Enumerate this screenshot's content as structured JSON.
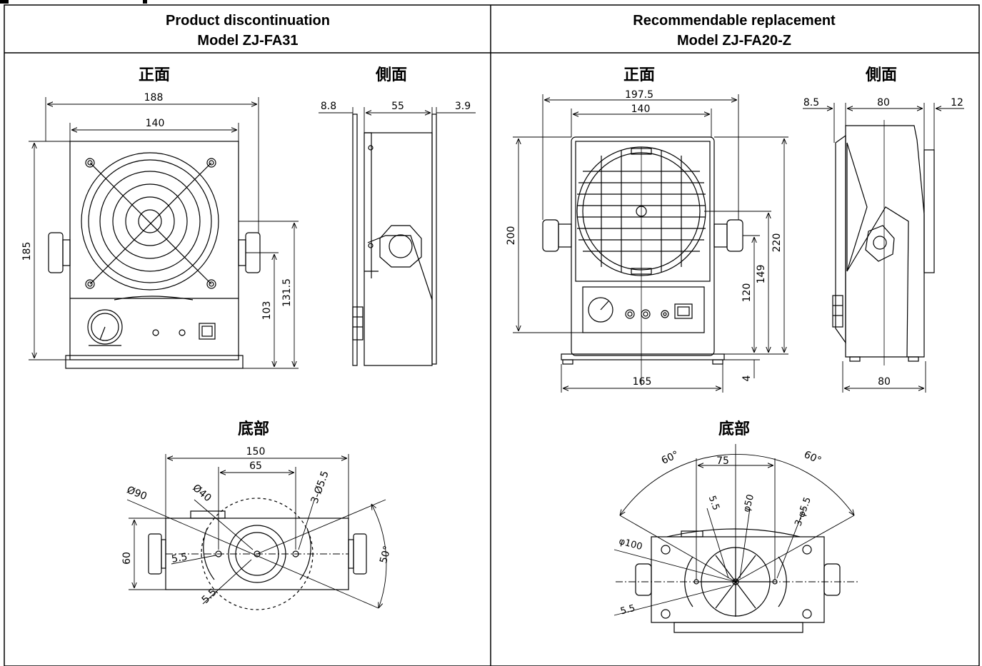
{
  "left": {
    "title_line1": "Product discontinuation",
    "title_line2": "Model ZJ-FA31",
    "front_label": "正面",
    "side_label": "側面",
    "bottom_label": "底部",
    "dims": {
      "w188": "188",
      "w140": "140",
      "h185": "185",
      "h103": "103",
      "h131_5": "131.5",
      "s8_8": "8.8",
      "s55": "55",
      "s3_9": "3.9",
      "b150": "150",
      "b65": "65",
      "d90": "Ø90",
      "d40": "Ø40",
      "d3_5_5": "3-Ø5.5",
      "b60": "60",
      "b5_5a": "5.5",
      "b5_5b": "5.5",
      "a50": "50°"
    }
  },
  "right": {
    "title_line1": "Recommendable replacement",
    "title_line2": "Model ZJ-FA20-Z",
    "front_label": "正面",
    "side_label": "側面",
    "bottom_label": "底部",
    "dims": {
      "w197_5": "197.5",
      "w140": "140",
      "h200": "200",
      "h220": "220",
      "h149": "149",
      "h120": "120",
      "h4": "4",
      "w165": "165",
      "s8_5": "8.5",
      "s80": "80",
      "s12": "12",
      "s80b": "80",
      "a60l": "60°",
      "a60r": "60°",
      "b75": "75",
      "b5_5": "5.5",
      "d50": "φ50",
      "d3_5_5": "3-φ5.5",
      "d100": "φ100",
      "b5_5b": "5.5"
    }
  }
}
